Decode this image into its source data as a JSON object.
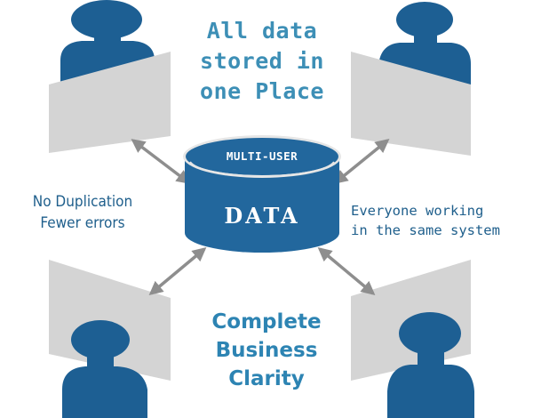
{
  "headline_lines": [
    "All data",
    "stored in",
    "one Place"
  ],
  "left_caption_lines": [
    "No Duplication",
    "Fewer errors"
  ],
  "right_caption_lines": [
    "Everyone working",
    "in the same system"
  ],
  "bottom_caption_lines": [
    "Complete",
    "Business",
    "Clarity"
  ],
  "database": {
    "top_label": "MULTI-USER",
    "main_label": "DATA"
  },
  "colors": {
    "user_blue": "#1d5f93",
    "screen_gray": "#d4d4d4",
    "arrow_gray": "#8e8e8e",
    "cylinder_blue": "#22679d",
    "cylinder_rim": "#e6e6e6",
    "headline": "#3d8fb6",
    "caption": "#1f5f8c",
    "bottom_caption": "#2d84b3"
  },
  "users": [
    "top-left-user-icon",
    "top-right-user-icon",
    "bottom-left-user-icon",
    "bottom-right-user-icon"
  ]
}
